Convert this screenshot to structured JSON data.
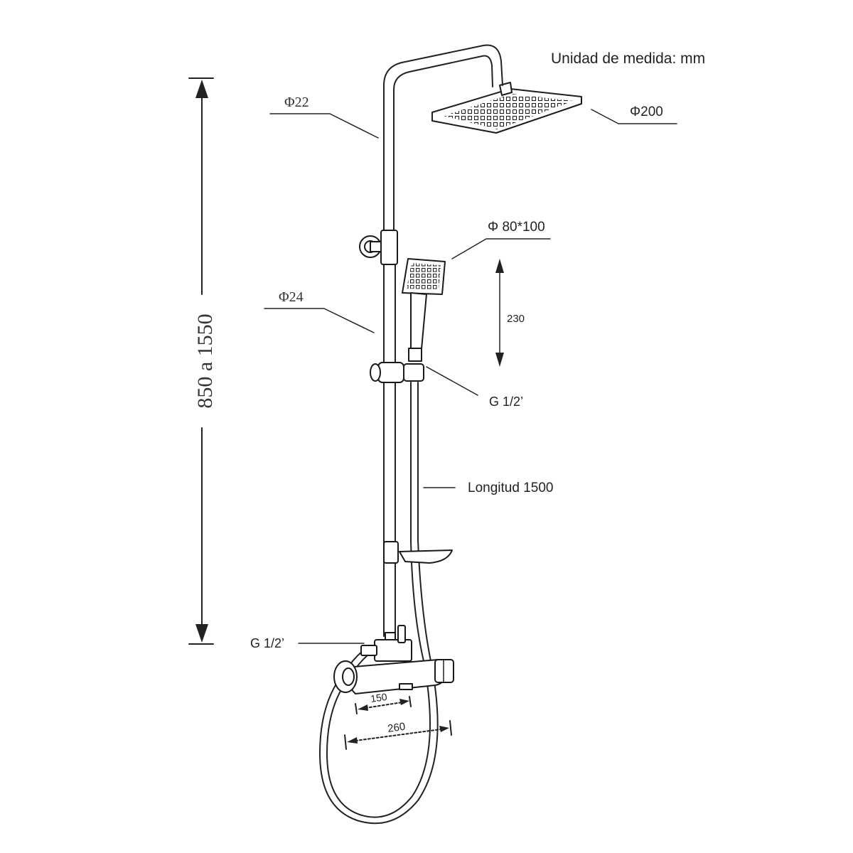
{
  "units_note": "Unidad de medida: mm",
  "labels": {
    "phi22": "Φ22",
    "phi200": "Φ200",
    "phi80x100": "Φ 80*100",
    "phi24": "Φ24",
    "height_230": "230",
    "g12_upper": "G 1/2’",
    "hose_length": "Longitud 1500",
    "total_height": "850 a 1550",
    "g12_lower": "G 1/2’",
    "width_150": "150",
    "width_260": "260"
  }
}
